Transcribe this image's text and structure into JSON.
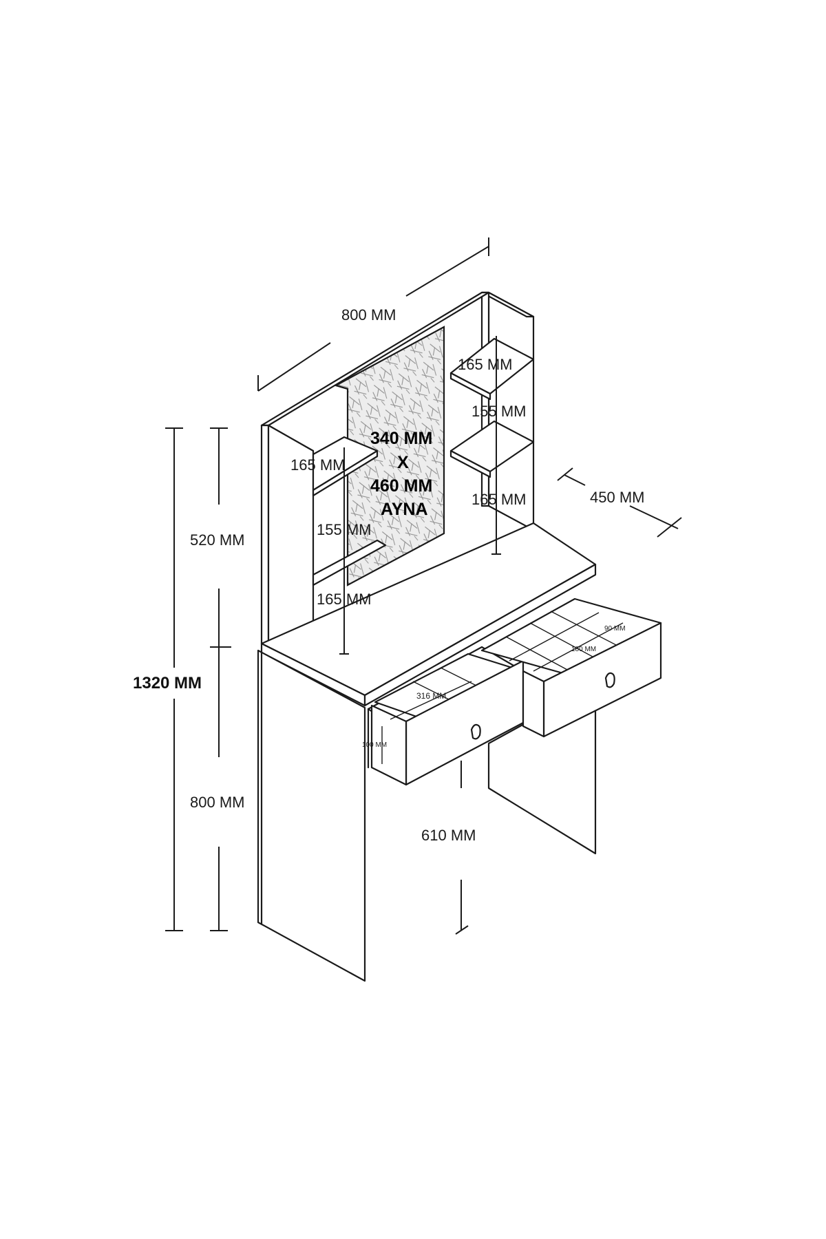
{
  "labels": {
    "width_top": "800 MM",
    "shelf_right_1": "165 MM",
    "shelf_right_2": "155 MM",
    "shelf_right_3": "165 MM",
    "shelf_left_1": "165 MM",
    "shelf_left_2": "155 MM",
    "shelf_left_3": "165 MM",
    "depth": "450 MM",
    "hutch_height": "520 MM",
    "total_height": "1320 MM",
    "table_height": "800 MM",
    "knee_space": "610 MM",
    "drawer_width": "316 MM",
    "drawer_height": "100 MM",
    "compartment_w": "180 MM",
    "compartment_d": "90 MM"
  },
  "mirror": {
    "line1": "340 MM",
    "line2": "X",
    "line3": "460 MM",
    "line4": "AYNA"
  },
  "colors": {
    "line": "#1a1a1a",
    "mirror_fill": "#d9d9d9"
  }
}
